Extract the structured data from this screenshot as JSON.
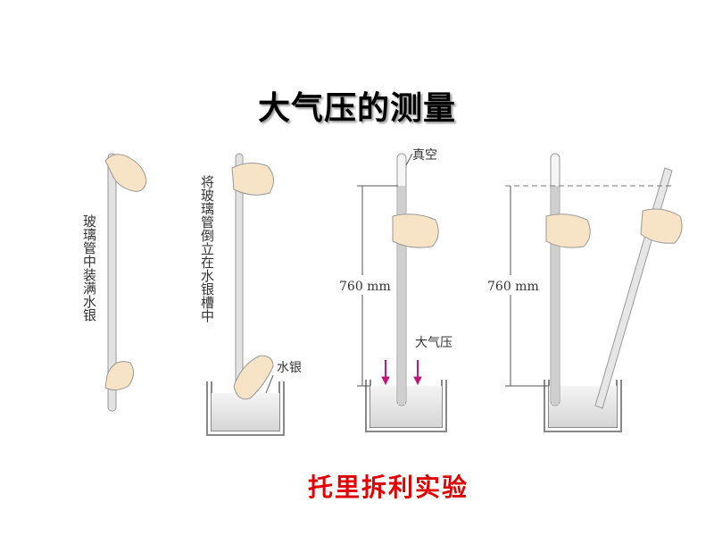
{
  "title": "大气压的测量",
  "subtitle": "托里拆利实验",
  "colors": {
    "subtitle": "#e00000",
    "arrow": "#c0187a",
    "hand": "#f7e4c6"
  },
  "panels": [
    {
      "caption": "玻璃管中装满水银"
    },
    {
      "caption": "将玻璃管倒立在水银槽中",
      "mercury_label": "水银"
    },
    {
      "vacuum_label": "真空",
      "height_label": "760 mm",
      "pressure_label": "大气压"
    },
    {
      "height_label": "760 mm"
    }
  ]
}
